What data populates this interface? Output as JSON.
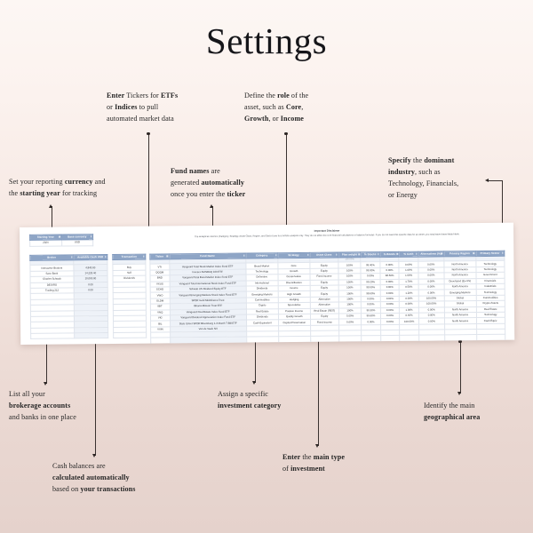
{
  "page": {
    "title": "Settings"
  },
  "callouts": [
    {
      "id": "currency",
      "lines": [
        [
          {
            "t": "Set your reporting ",
            "b": false
          },
          {
            "t": "currency",
            "b": true
          },
          {
            "t": " and",
            "b": false
          }
        ],
        [
          {
            "t": "the ",
            "b": false
          },
          {
            "t": "starting year",
            "b": true
          },
          {
            "t": " for tracking",
            "b": false
          }
        ]
      ]
    },
    {
      "id": "tickers",
      "lines": [
        [
          {
            "t": "Enter",
            "b": true
          },
          {
            "t": " Tickers for ",
            "b": false
          },
          {
            "t": "ETFs",
            "b": true
          }
        ],
        [
          {
            "t": "or ",
            "b": false
          },
          {
            "t": "Indices",
            "b": true
          },
          {
            "t": " to pull",
            "b": false
          }
        ],
        [
          {
            "t": "automated market data",
            "b": false
          }
        ]
      ]
    },
    {
      "id": "fundnames",
      "lines": [
        [
          {
            "t": "Fund names",
            "b": true
          },
          {
            "t": " are",
            "b": false
          }
        ],
        [
          {
            "t": "generated ",
            "b": false
          },
          {
            "t": "automatically",
            "b": true
          }
        ],
        [
          {
            "t": "once you enter the ",
            "b": false
          },
          {
            "t": "ticker",
            "b": true
          }
        ]
      ]
    },
    {
      "id": "role",
      "lines": [
        [
          {
            "t": "Define the ",
            "b": false
          },
          {
            "t": "role",
            "b": true
          },
          {
            "t": " of the",
            "b": false
          }
        ],
        [
          {
            "t": "asset, such as ",
            "b": false
          },
          {
            "t": "Core",
            "b": true
          },
          {
            "t": ",",
            "b": false
          }
        ],
        [
          {
            "t": "Growth",
            "b": true
          },
          {
            "t": ", or ",
            "b": false
          },
          {
            "t": "Income",
            "b": true
          }
        ]
      ]
    },
    {
      "id": "industry",
      "lines": [
        [
          {
            "t": "Specify",
            "b": true
          },
          {
            "t": " the ",
            "b": false
          },
          {
            "t": "dominant",
            "b": true
          }
        ],
        [
          {
            "t": "industry",
            "b": true
          },
          {
            "t": ", such as",
            "b": false
          }
        ],
        [
          {
            "t": "Technology, Financials,",
            "b": false
          }
        ],
        [
          {
            "t": "or Energy",
            "b": false
          }
        ]
      ]
    },
    {
      "id": "brokerage",
      "lines": [
        [
          {
            "t": "List all your",
            "b": false
          }
        ],
        [
          {
            "t": "brokerage accounts",
            "b": true
          }
        ],
        [
          {
            "t": "and banks in one place",
            "b": false
          }
        ]
      ]
    },
    {
      "id": "cash",
      "lines": [
        [
          {
            "t": "Cash balances are",
            "b": false
          }
        ],
        [
          {
            "t": "calculated automatically",
            "b": true
          }
        ],
        [
          {
            "t": "based on ",
            "b": false
          },
          {
            "t": "your transactions",
            "b": true
          }
        ]
      ]
    },
    {
      "id": "category",
      "lines": [
        [
          {
            "t": "Assign a specific",
            "b": false
          }
        ],
        [
          {
            "t": "investment category",
            "b": true
          }
        ]
      ]
    },
    {
      "id": "maintype",
      "lines": [
        [
          {
            "t": "Enter",
            "b": true
          },
          {
            "t": " the ",
            "b": false
          },
          {
            "t": "main type",
            "b": true
          }
        ],
        [
          {
            "t": "of ",
            "b": false
          },
          {
            "t": "investment",
            "b": true
          }
        ]
      ]
    },
    {
      "id": "geography",
      "lines": [
        [
          {
            "t": "Identify the main",
            "b": false
          }
        ],
        [
          {
            "t": "geographical area",
            "b": true
          }
        ]
      ]
    }
  ],
  "spreadsheet": {
    "disclaimer": {
      "title": "Important Disclaimer",
      "body": "The analytical columns (Category, Strategy, Asset Class, Region, and Sector) are for portfolio analysis only. They do not affect the core financial calculations or balance formulas. If you do not need this specific data for an asset, you may leave these fields blank."
    },
    "config": {
      "headers": [
        "Starting Year",
        "Base currency"
      ],
      "values": [
        "2024",
        "USD"
      ]
    },
    "brokers": {
      "headers": [
        "Broker",
        "Available Cash USD"
      ],
      "rows": [
        [
          "Interactive Brokers",
          "4,840.00"
        ],
        [
          "Saxo Bank",
          "14,229.40"
        ],
        [
          "Charles Schwab",
          "10,000.00"
        ],
        [
          "DEGIRO",
          "0.00"
        ],
        [
          "Trading 212",
          "0.00"
        ]
      ],
      "empty_rows": 8
    },
    "transactions": {
      "header": "Transaction",
      "rows": [
        "Buy",
        "Sell",
        "Dividends"
      ],
      "empty_rows": 10
    },
    "assets": {
      "headers": [
        "Ticker",
        "Fund Name",
        "Category",
        "Strategy",
        "Asset Class",
        "Plan weight",
        "% Stocks",
        "% Bonds",
        "% Cash",
        "Alternatives (%)",
        "Primary Region",
        "Primary Sector"
      ],
      "rows": [
        [
          "VTI",
          "Vanguard Total Stock Market Index Fund ETF",
          "Broad Market",
          "Core",
          "Equity",
          "100%",
          "99.40%",
          "0.00%",
          "0.60%",
          "0.00%",
          "North America",
          "Technology"
        ],
        [
          "QQQM",
          "Invesco NASDAQ 100 ETF",
          "Technology",
          "Growth",
          "Equity",
          "100%",
          "99.00%",
          "0.00%",
          "1.00%",
          "0.00%",
          "North America",
          "Technology"
        ],
        [
          "BND",
          "Vanguard Total Bond Market Index Fund ETF",
          "Defensive",
          "Conservative",
          "Fixed Income",
          "100%",
          "0.00%",
          "98.50%",
          "1.50%",
          "0.00%",
          "North America",
          "Government"
        ],
        [
          "VXUS",
          "Vanguard Total International Stock Index Fund ETF",
          "International",
          "Diversification",
          "Equity",
          "100%",
          "99.20%",
          "0.00%",
          "1.70%",
          "0.00%",
          "Developed (Ex-US)",
          "Financials"
        ],
        [
          "SCHD",
          "Schwab US Dividend Equity ETF",
          "Dividends",
          "Income",
          "Equity",
          "100%",
          "99.50%",
          "0.00%",
          "0.50%",
          "0.00%",
          "North America",
          "Industrials"
        ],
        [
          "VWO",
          "Vanguard Emerging Markets Stock Index Fund ETF",
          "Emerging Markets",
          "High Growth",
          "Equity",
          "100%",
          "98.60%",
          "0.00%",
          "1.20%",
          "0.00%",
          "Emerging Markets",
          "Technology"
        ],
        [
          "GLDM",
          "SPDR Gold MiniShares Trust",
          "Commodities",
          "Hedging",
          "Alternative",
          "100%",
          "0.00%",
          "0.00%",
          "0.00%",
          "100.00%",
          "Global",
          "Commodities"
        ],
        [
          "IBIT",
          "iShares Bitcoin Trust ETF",
          "Crypto",
          "Speculative",
          "Alternative",
          "100%",
          "0.00%",
          "0.00%",
          "0.00%",
          "100.00%",
          "Global",
          "Crypto Assets"
        ],
        [
          "VNQ",
          "Vanguard Real Estate Index Fund ETF",
          "Real Estate",
          "Passive Income",
          "Real Estate (REIT)",
          "100%",
          "99.30%",
          "0.00%",
          "1.00%",
          "0.00%",
          "North America",
          "Real Estate"
        ],
        [
          "VIG",
          "Vanguard Dividend Appreciation Index Fund ETF",
          "Dividends",
          "Quality Growth",
          "Equity",
          "5.00%",
          "99.60%",
          "0.00%",
          "0.40%",
          "0.00%",
          "North America",
          "Technology"
        ],
        [
          "BIL",
          "State Street SPDR Bloomberg 1-3 Month T-Bill ETF",
          "Cash Equivalent",
          "Capital Preservation",
          "Fixed Income",
          "5.00%",
          "0.00%",
          "0.00%",
          "100.00%",
          "0.00%",
          "North America",
          "Cash Equiv."
        ],
        [
          "VXIN",
          "Van de Vaule NV",
          "",
          "",
          "",
          "",
          "",
          "",
          "",
          "",
          "",
          ""
        ]
      ],
      "empty_rows": 2,
      "highlight_cell": {
        "row": "filter",
        "column": "Plan weight",
        "value": "100.00%"
      }
    }
  },
  "colors": {
    "header_blue": "#8ea5c6",
    "alt_row": "#eef2f8",
    "highlight_green": "#d9ead3",
    "bg_top": "#fdf7f4",
    "bg_bottom": "#e5d2cc",
    "ink": "#2b2b2b"
  }
}
